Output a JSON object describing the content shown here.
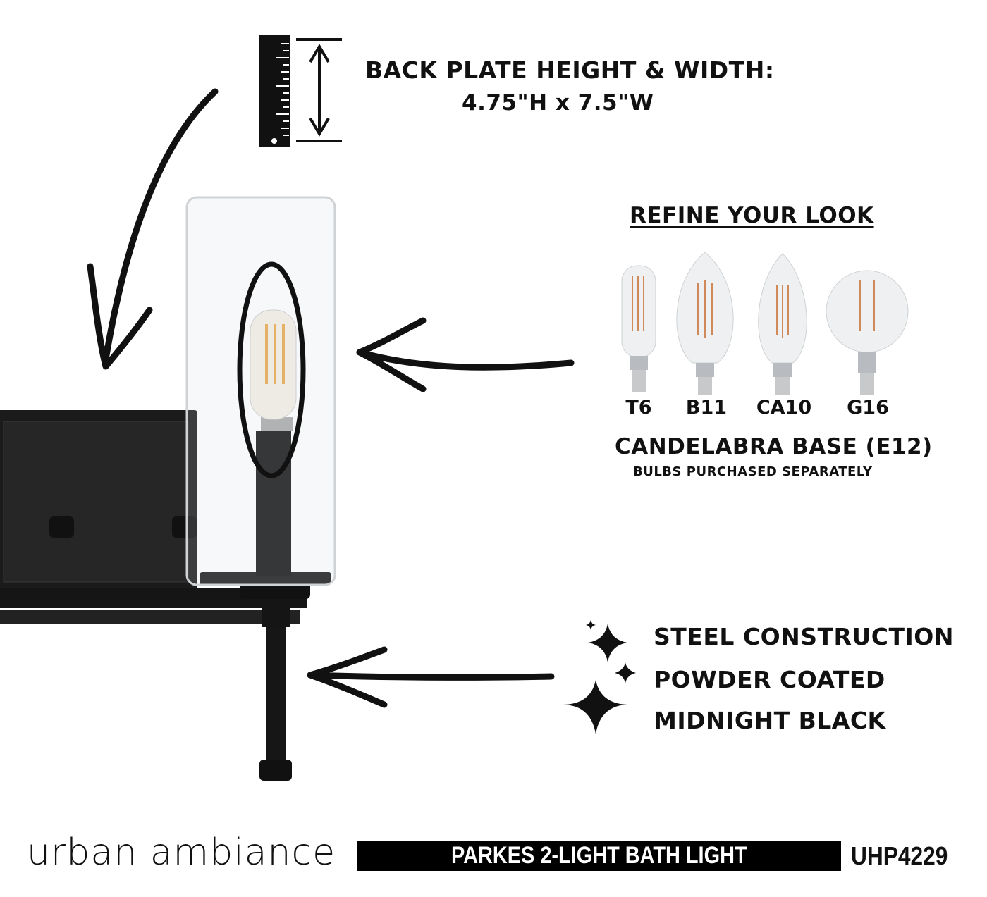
{
  "dimensions": {
    "title": "BACK PLATE HEIGHT & WIDTH:",
    "value": "4.75\"H x 7.5\"W",
    "icon": "ruler-icon"
  },
  "refine": {
    "title": "REFINE YOUR LOOK",
    "bulbs": [
      {
        "label": "T6"
      },
      {
        "label": "B11"
      },
      {
        "label": "CA10"
      },
      {
        "label": "G16"
      }
    ],
    "base": "CANDELABRA BASE (E12)",
    "note": "BULBS PURCHASED SEPARATELY"
  },
  "features": {
    "icon": "sparkle-icon",
    "items": [
      "STEEL CONSTRUCTION",
      "POWDER COATED",
      "MIDNIGHT BLACK"
    ]
  },
  "footer": {
    "brand": "urban ambiance",
    "product_name": "PARKES 2-LIGHT BATH LIGHT",
    "sku": "UHP4229"
  },
  "colors": {
    "ink": "#111111",
    "filament": "#d08a5a",
    "bar": "#000000"
  }
}
